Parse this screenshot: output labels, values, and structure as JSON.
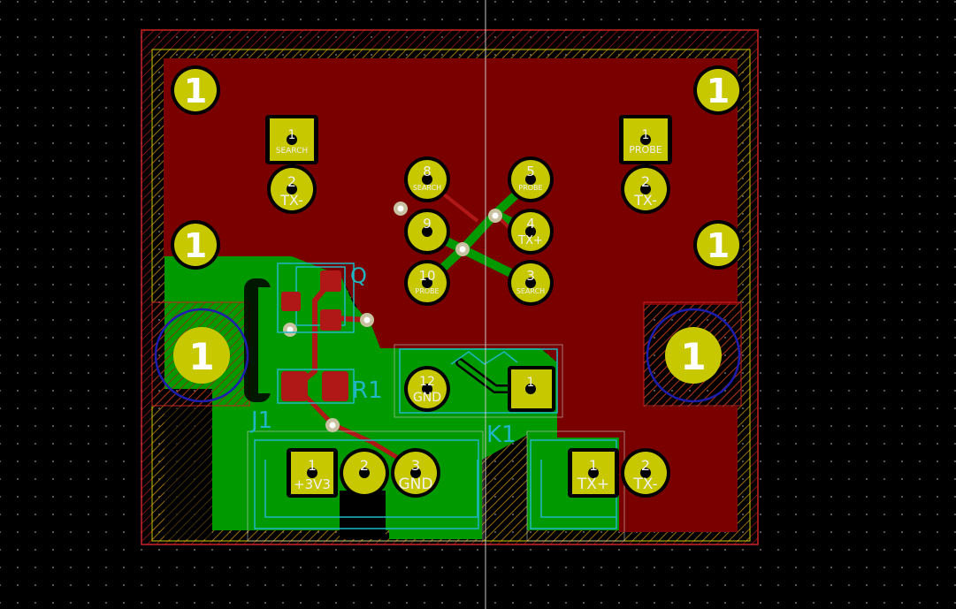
{
  "view": {
    "type": "pcb-layout-editor",
    "colors": {
      "background": "#000000",
      "grid_dot": "#5a5a5a",
      "front_copper": "#7a0000",
      "back_copper": "#009a00",
      "pad": "#c8c800",
      "pad_hole": "#000000",
      "edge_cuts": "#c8c800",
      "courtyard": "#cc2222",
      "silkscreen": "#1fb7c4",
      "mounting_ring": "#1d1db0",
      "via": "#c9c2a2"
    }
  },
  "mounting_holes": [
    {
      "label": "1"
    },
    {
      "label": "1"
    },
    {
      "label": "1"
    },
    {
      "label": "1"
    }
  ],
  "mount_pads": [
    {
      "label": "1"
    },
    {
      "label": "1"
    }
  ],
  "connectors": {
    "search": {
      "pin1": "1",
      "pin1_net": "SEARCH",
      "pin2": "2",
      "pin2_net": "TX-"
    },
    "probe": {
      "pin1": "1",
      "pin1_net": "PROBE",
      "pin2": "2",
      "pin2_net": "TX-"
    },
    "j1": {
      "ref": "J1",
      "pin1": "1",
      "pin1_net": "+3V3",
      "pin2": "2",
      "pin3": "3",
      "pin3_net": "GND"
    },
    "tx": {
      "pin1": "1",
      "pin1_net": "TX+",
      "pin2": "2",
      "pin2_net": "TX-"
    }
  },
  "relay": {
    "ref": "K1",
    "pins": [
      {
        "num": "8",
        "net": "SEARCH"
      },
      {
        "num": "9",
        "net": ""
      },
      {
        "num": "10",
        "net": "PROBE"
      },
      {
        "num": "5",
        "net": "PROBE"
      },
      {
        "num": "4",
        "net": "TX+"
      },
      {
        "num": "3",
        "net": "SEARCH"
      },
      {
        "num": "12",
        "net": "GND"
      },
      {
        "num": "1",
        "net": ""
      }
    ]
  },
  "components": {
    "q_ref": "Q",
    "r_ref": "R1"
  }
}
